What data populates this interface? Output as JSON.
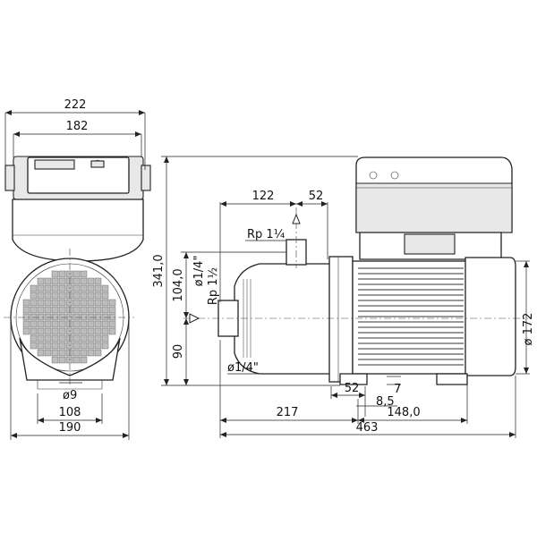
{
  "drawing": {
    "side_view": {
      "width_overall": "222",
      "width_box": "182",
      "hole_dia": "ø9",
      "foot_inner": "108",
      "foot_outer": "190"
    },
    "front_view": {
      "height_overall": "341,0",
      "height_outlet": "104,0",
      "height_axis": "90",
      "outlet_offset": "122",
      "outlet_spacing": "52",
      "outlet_thread": "Rp 1¼",
      "inlet_thread": "Rp 1½",
      "plug_top": "ø1/4\"",
      "plug_bottom": "ø1/4\"",
      "foot_width": "52",
      "foot_gap": "8,5",
      "foot_height": "7",
      "motor_dia": "ø 172",
      "len_inlet": "217",
      "len_motor": "148,0",
      "len_total": "463"
    }
  }
}
